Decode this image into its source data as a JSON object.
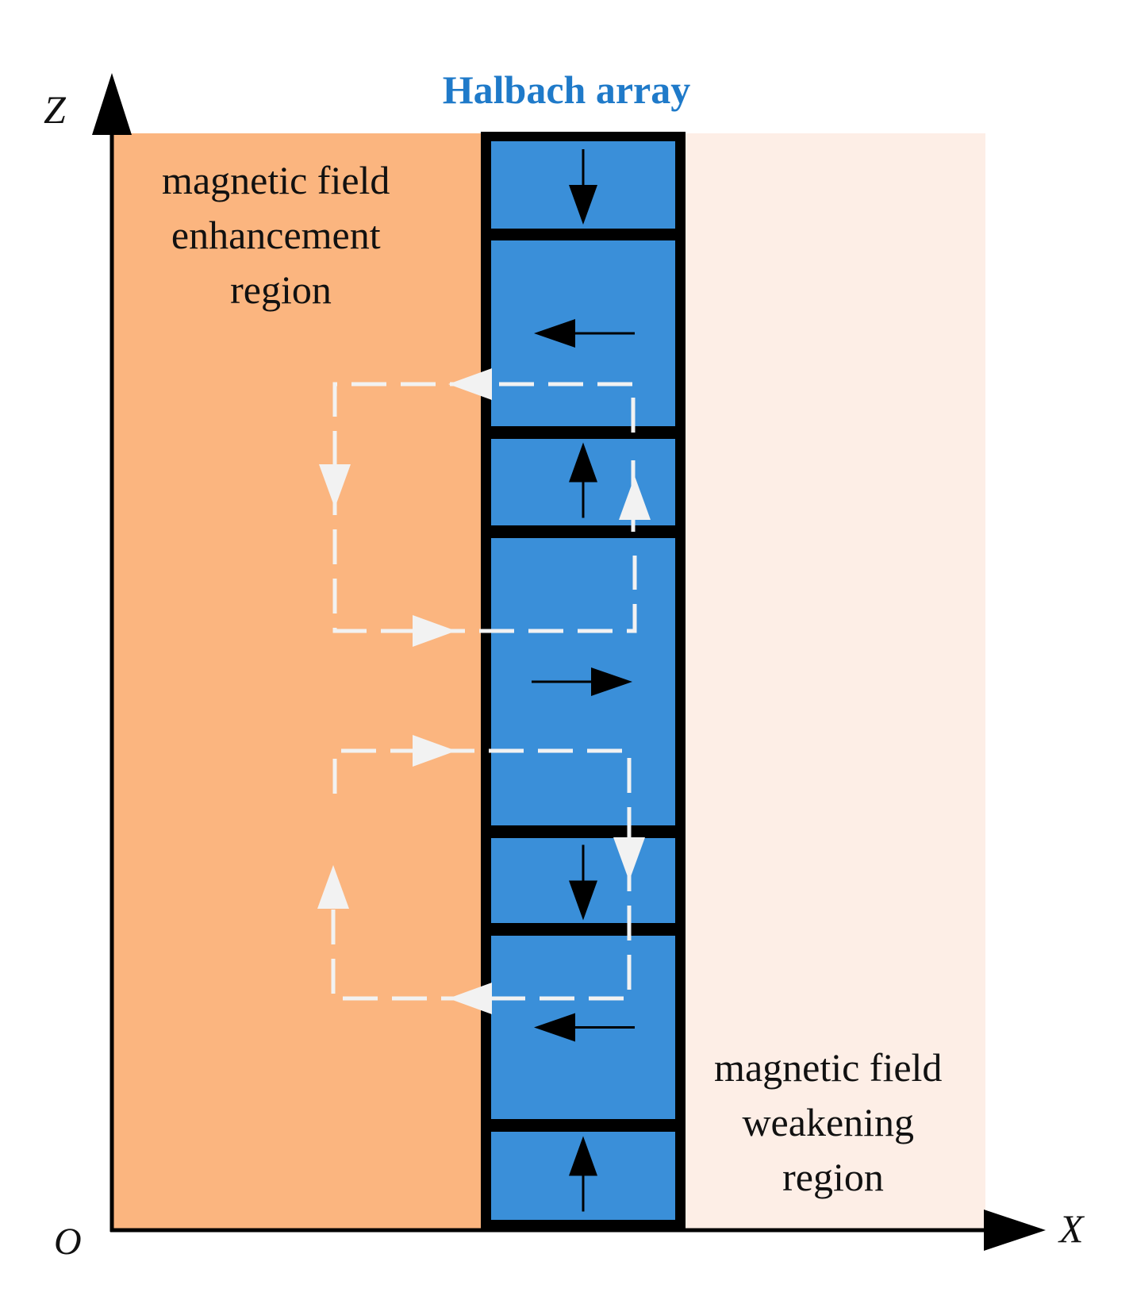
{
  "title": "Halbach array",
  "axes": {
    "z_label": "Z",
    "x_label": "X",
    "origin_label": "O"
  },
  "regions": {
    "enhancement": {
      "lines": [
        "magnetic field",
        "enhancement",
        "region"
      ]
    },
    "weakening": {
      "lines": [
        "magnetic field",
        "weakening",
        "region"
      ]
    }
  },
  "magnets": [
    {
      "direction": "down"
    },
    {
      "direction": "left"
    },
    {
      "direction": "up"
    },
    {
      "direction": "right"
    },
    {
      "direction": "down"
    },
    {
      "direction": "left"
    },
    {
      "direction": "up"
    }
  ],
  "colors": {
    "title": "#1f7ac9",
    "enhancement_region": "#fbb57f",
    "weakening_region": "#fdeee6",
    "magnet_fill": "#3a8fd9",
    "magnet_border": "#000000",
    "flux_lines": "#f2f2f2",
    "axis": "#000000"
  }
}
